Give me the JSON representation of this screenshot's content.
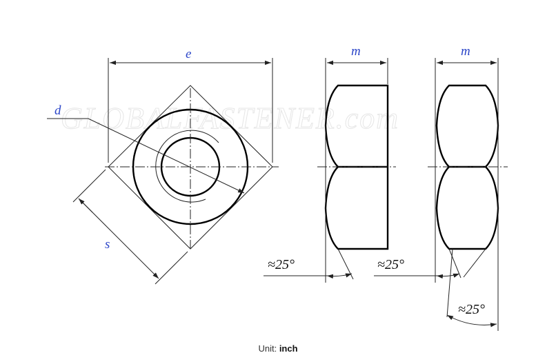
{
  "diagram": {
    "watermark": "GLOBALFASTENER.com",
    "labels": {
      "e": "e",
      "d": "d",
      "s": "s",
      "m_side": "m",
      "m_end": "m"
    },
    "angles": {
      "side": "≈25°",
      "end_left": "≈25°",
      "end_right": "≈25°"
    }
  },
  "footer": {
    "unit_label": "Unit:",
    "unit_value": "inch"
  }
}
